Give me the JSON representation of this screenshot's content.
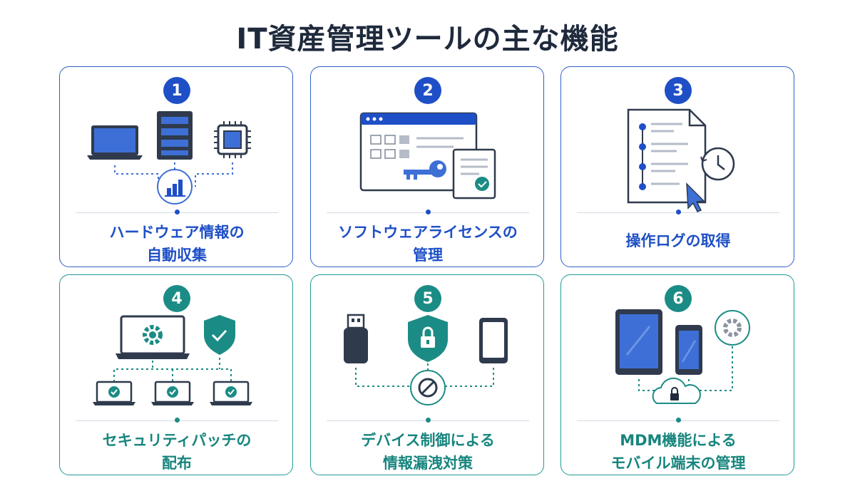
{
  "title": "IT資産管理ツールの主な機能",
  "colors": {
    "blue": "#1e4fc7",
    "teal": "#1b8c85",
    "dark": "#1f2a3c"
  },
  "cards": [
    {
      "number": "1",
      "line1": "ハードウェア情報の",
      "line2": "自動収集",
      "theme": "blue"
    },
    {
      "number": "2",
      "line1": "ソフトウェアライセンスの",
      "line2": "管理",
      "theme": "blue"
    },
    {
      "number": "3",
      "line1": "操作ログの取得",
      "line2": "",
      "theme": "blue"
    },
    {
      "number": "4",
      "line1": "セキュリティパッチの",
      "line2": "配布",
      "theme": "teal"
    },
    {
      "number": "5",
      "line1": "デバイス制御による",
      "line2": "情報漏洩対策",
      "theme": "teal"
    },
    {
      "number": "6",
      "line1": "MDM機能による",
      "line2": "モバイル端末の管理",
      "theme": "teal"
    }
  ]
}
